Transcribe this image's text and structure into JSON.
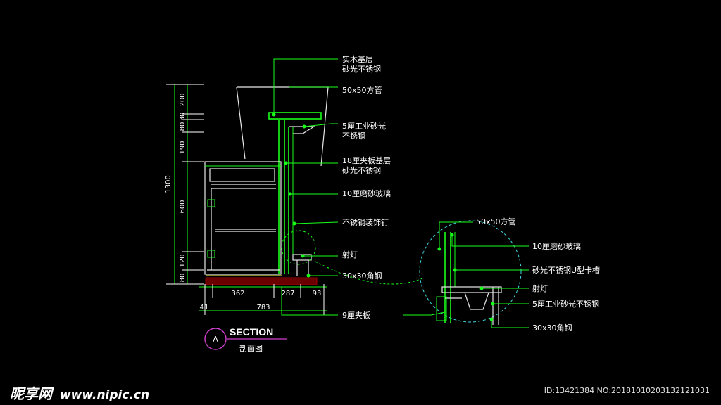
{
  "main_callouts": [
    "实木基层\n砂光不锈钢",
    "50x50方管",
    "5厘工业砂光\n不锈钢",
    "18厘夹板基层\n砂光不锈钢",
    "10厘磨砂玻璃",
    "不锈钢装饰钉",
    "射灯",
    "30x30角钢",
    "9厘夹板"
  ],
  "detail_callouts": [
    "50x50方管",
    "10厘磨砂玻璃",
    "砂光不锈钢U型卡槽",
    "射灯",
    "5厘工业砂光不锈钢",
    "30x30角钢"
  ],
  "vertical_dims": [
    "200",
    "30",
    "80",
    "190",
    "600",
    "120",
    "80"
  ],
  "overall_height": "1300",
  "horizontal_dims": [
    "41",
    "362",
    "287",
    "93"
  ],
  "overall_width": "783",
  "section": {
    "marker": "A",
    "title": "SECTION",
    "subtitle": "剖面图"
  },
  "watermark": {
    "logo": "昵享网",
    "site": "www.nipic.cn",
    "id_text": "ID:13421384 NO:20181010203132121031"
  },
  "colors": {
    "background": "#000000",
    "lines": "#19ff19",
    "text": "#ffffff",
    "section_circle": "#d040d0"
  }
}
